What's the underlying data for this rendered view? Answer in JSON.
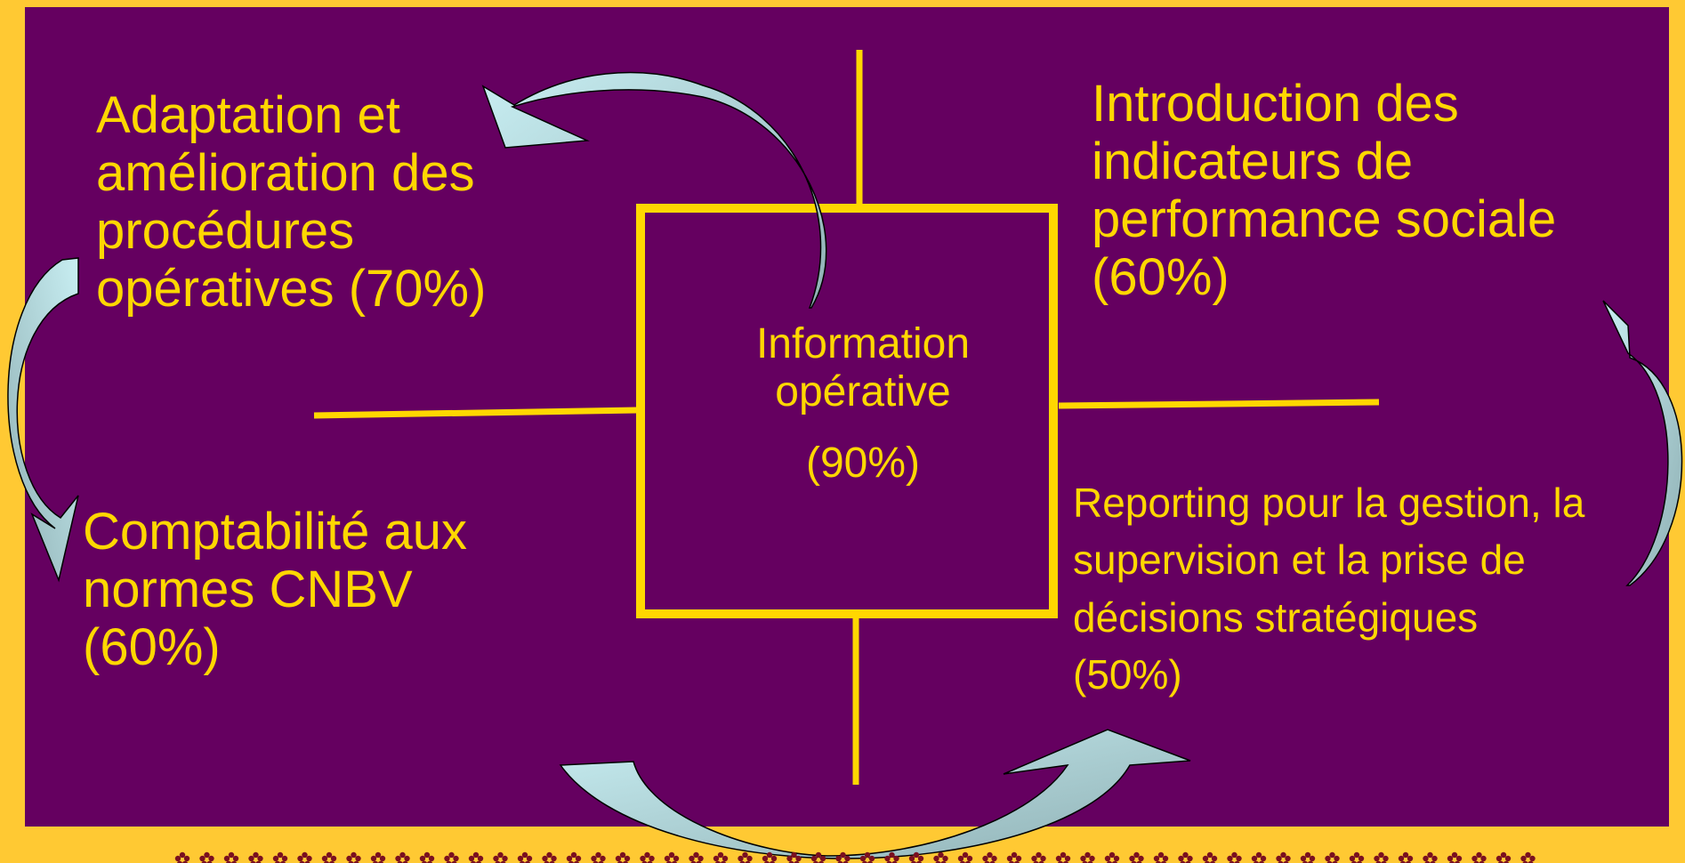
{
  "center": {
    "line1": "Information",
    "line2": "opérative",
    "percent": "(90%)"
  },
  "quadrants": {
    "top_left": [
      "Adaptation et",
      "amélioration des",
      "procédures",
      "opératives (70%)"
    ],
    "top_right": [
      "Introduction des",
      "indicateurs de",
      "performance sociale",
      "(60%)"
    ],
    "bottom_left": [
      "Comptabilité aux",
      "normes CNBV",
      "(60%)"
    ],
    "bottom_right": [
      "Reporting pour la gestion, la",
      "supervision et la prise de",
      "décisions stratégiques",
      "(50%)"
    ]
  },
  "colors": {
    "background": "#650060",
    "frame": "#FFC933",
    "lines": "#FFD700",
    "arrow": "#B4E0E6"
  }
}
